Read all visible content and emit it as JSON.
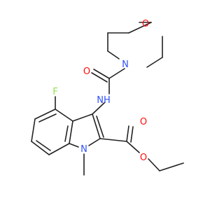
{
  "molecule": {
    "atoms": {
      "o_morph": {
        "label": "O",
        "color": "#ff0d0d"
      },
      "n_morph": {
        "label": "N",
        "color": "#3050f8"
      },
      "o_urea": {
        "label": "O",
        "color": "#ff0d0d"
      },
      "nh": {
        "label": "NH",
        "color": "#3050f8"
      },
      "f": {
        "label": "F",
        "color": "#90e050"
      },
      "n_indole": {
        "label": "N",
        "color": "#3050f8"
      },
      "o_ester_dbl": {
        "label": "O",
        "color": "#ff0d0d"
      },
      "o_ester": {
        "label": "O",
        "color": "#ff0d0d"
      }
    },
    "bond_color": "#222222",
    "background": "#ffffff"
  }
}
